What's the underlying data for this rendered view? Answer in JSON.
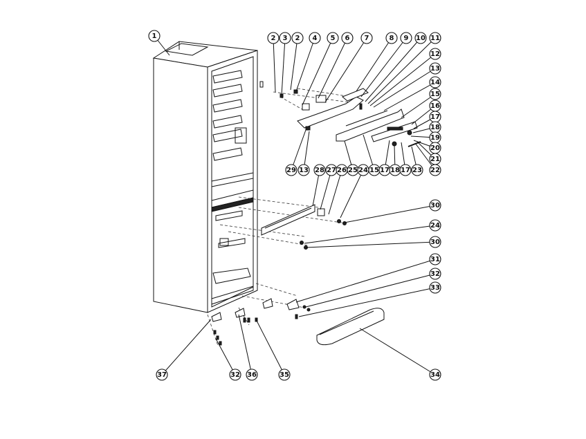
{
  "diagram": {
    "title": "Refrigerator exploded parts view",
    "labels": [
      "1",
      "2",
      "3",
      "2",
      "4",
      "5",
      "6",
      "7",
      "8",
      "9",
      "10",
      "11",
      "12",
      "13",
      "14",
      "15",
      "16",
      "17",
      "18",
      "19",
      "20",
      "21",
      "22",
      "29",
      "13",
      "28",
      "27",
      "26",
      "25",
      "24",
      "15",
      "17",
      "18",
      "17",
      "23",
      "30",
      "24",
      "30",
      "31",
      "32",
      "33",
      "34",
      "37",
      "32",
      "36",
      "35"
    ]
  }
}
